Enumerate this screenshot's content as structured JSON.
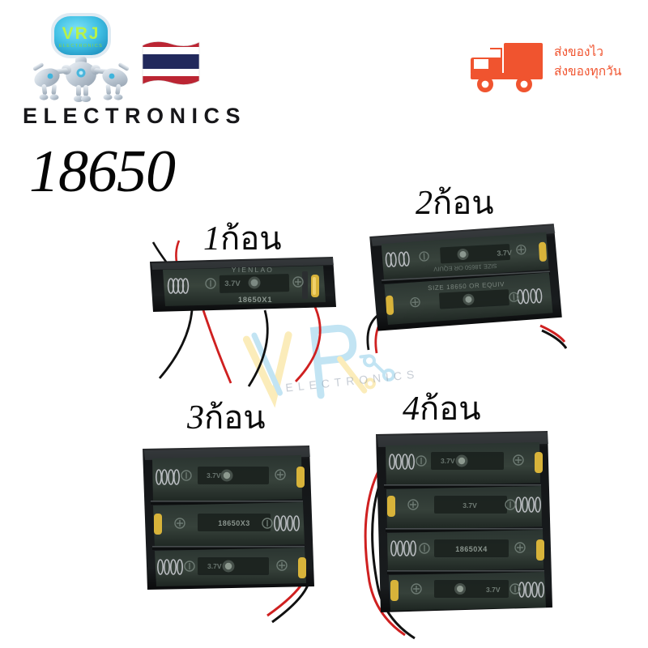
{
  "brand": {
    "logo_text_top": "VRJ",
    "logo_text_sub": "ELECTRONICS",
    "wordmark": "ELECTRONICS",
    "flag_icon": "thai-flag-icon",
    "robot_icon": "robot-mascot-icon"
  },
  "header": {
    "product_title": "18650"
  },
  "shipping": {
    "truck_icon": "delivery-truck-icon",
    "line1": "ส่งของไว",
    "line2": "ส่งของทุกวัน",
    "color": "#f0542f"
  },
  "watermark": {
    "mark": "VRJ",
    "text": "ELECTRONICS"
  },
  "products": [
    {
      "id": "holder-1",
      "qty_label_number": "1",
      "qty_label_unit": "ก้อน",
      "cells": 1,
      "markings": {
        "brand": "YIENLAO",
        "voltage": "3.7V",
        "model": "18650X1"
      }
    },
    {
      "id": "holder-2",
      "qty_label_number": "2",
      "qty_label_unit": "ก้อน",
      "cells": 2,
      "markings": {
        "voltage": "3.7V",
        "model": "SIZE 18650 OR EQUIV"
      }
    },
    {
      "id": "holder-3",
      "qty_label_number": "3",
      "qty_label_unit": "ก้อน",
      "cells": 3,
      "markings": {
        "voltage": "3.7V",
        "model": "18650X3"
      }
    },
    {
      "id": "holder-4",
      "qty_label_number": "4",
      "qty_label_unit": "ก้อน",
      "cells": 4,
      "markings": {
        "voltage": "3.7V",
        "model": "18650X4"
      }
    }
  ],
  "colors": {
    "background": "#ffffff",
    "plastic_black": "#121214",
    "wire_red": "#cf2020",
    "wire_black": "#111111",
    "contact_gold": "#d8b33a",
    "spring_silver": "#b9bcc0",
    "accent_orange": "#f0542f",
    "flag_red": "#bb2533",
    "flag_blue": "#21295c"
  }
}
